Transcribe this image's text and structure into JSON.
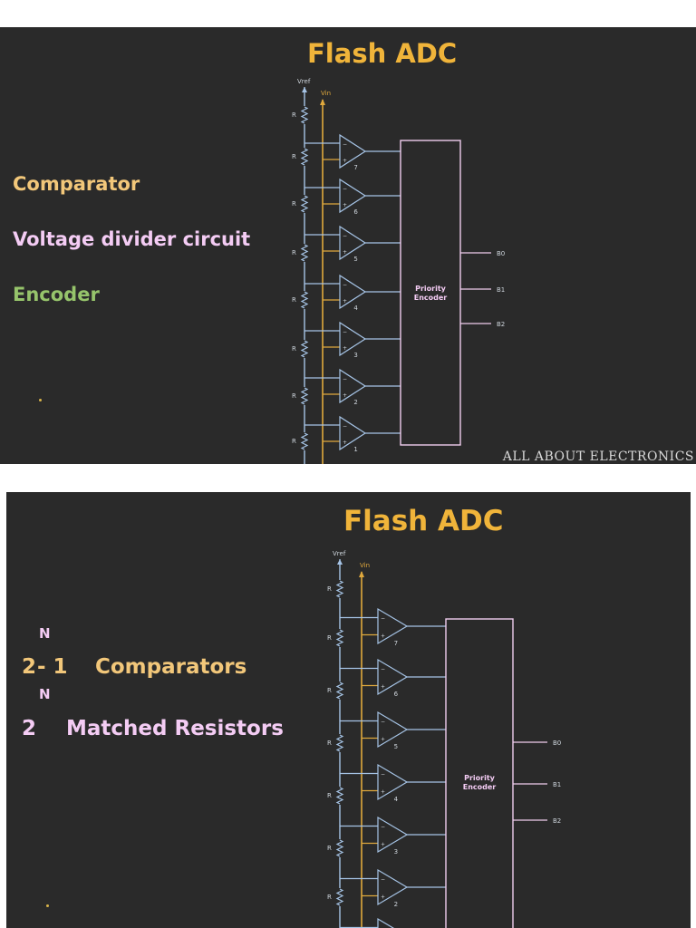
{
  "slide1": {
    "title": "Flash ADC",
    "bullets": {
      "comparator": "Comparator",
      "divider": "Voltage divider circuit",
      "encoder": "Encoder"
    },
    "watermark": "ALL ABOUT ELECTRONICS"
  },
  "slide2": {
    "title": "Flash ADC",
    "line1": {
      "base": "2",
      "exp": "N",
      "rest": "- 1",
      "label": "Comparators"
    },
    "line2": {
      "base": "2",
      "exp": "N",
      "label": "Matched Resistors"
    }
  },
  "circuit": {
    "vref_label": "Vref",
    "vin_label": "Vin",
    "resistor_label": "R",
    "encoder_line1": "Priority",
    "encoder_line2": "Encoder",
    "outputs": [
      "B0",
      "B1",
      "B2"
    ],
    "comparator_numbers": [
      "7",
      "6",
      "5",
      "4",
      "3",
      "2",
      "1"
    ],
    "colors": {
      "background": "#2a2a2a",
      "resistor_line": "#a6c4e6",
      "vin_line": "#e0a93d",
      "encoder_box": "#f0cdee",
      "title": "#f0b43a"
    }
  }
}
